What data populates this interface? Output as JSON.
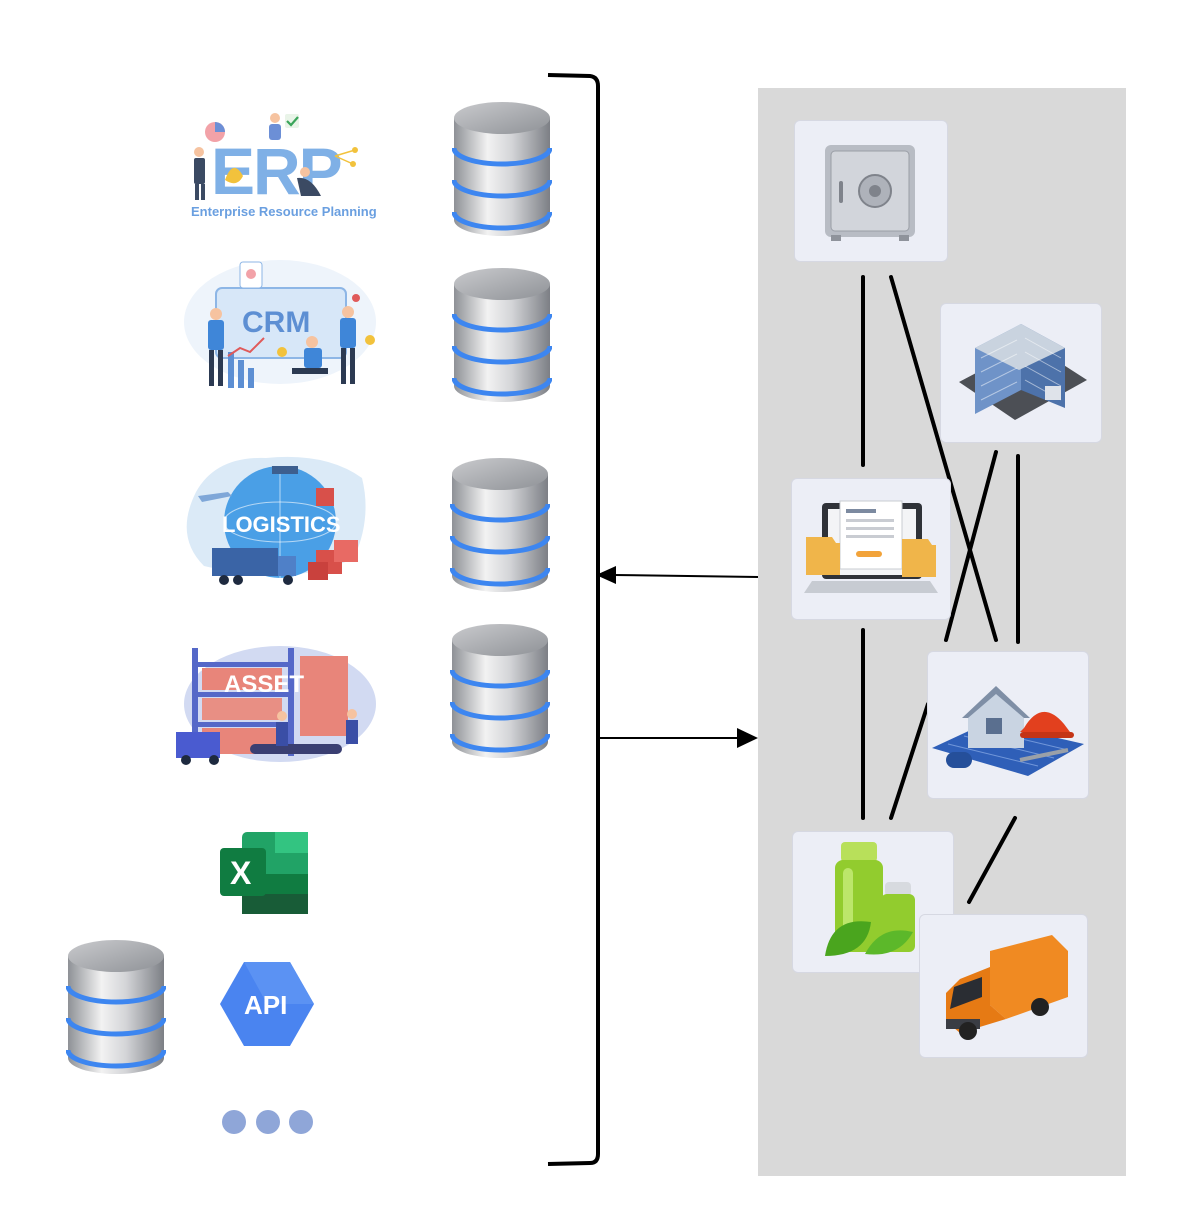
{
  "sources": {
    "erp": {
      "title": "ERP",
      "subtitle": "Enterprise Resource Planning"
    },
    "crm": {
      "title": "CRM"
    },
    "logistics": {
      "title": "LOGISTICS"
    },
    "asset": {
      "title": "ASSET"
    },
    "excel": {
      "letter": "X"
    },
    "api": {
      "label": "API"
    }
  },
  "colors": {
    "erp_blue": "#7fb0e6",
    "db_blue": "#3d86f0",
    "panel_gray": "#d9d9d9",
    "tile_bg": "#eceef6",
    "dots": "#8fa6d8",
    "excel_green": "#1f7a44",
    "api_blue": "#4a84f0"
  },
  "icons": {
    "graph_nodes": [
      "safe-icon",
      "office-building-icon",
      "purchase-order-laptop-icon",
      "house-blueprint-icon",
      "green-product-icon",
      "delivery-van-icon"
    ],
    "more": "ellipsis-dots-icon"
  }
}
